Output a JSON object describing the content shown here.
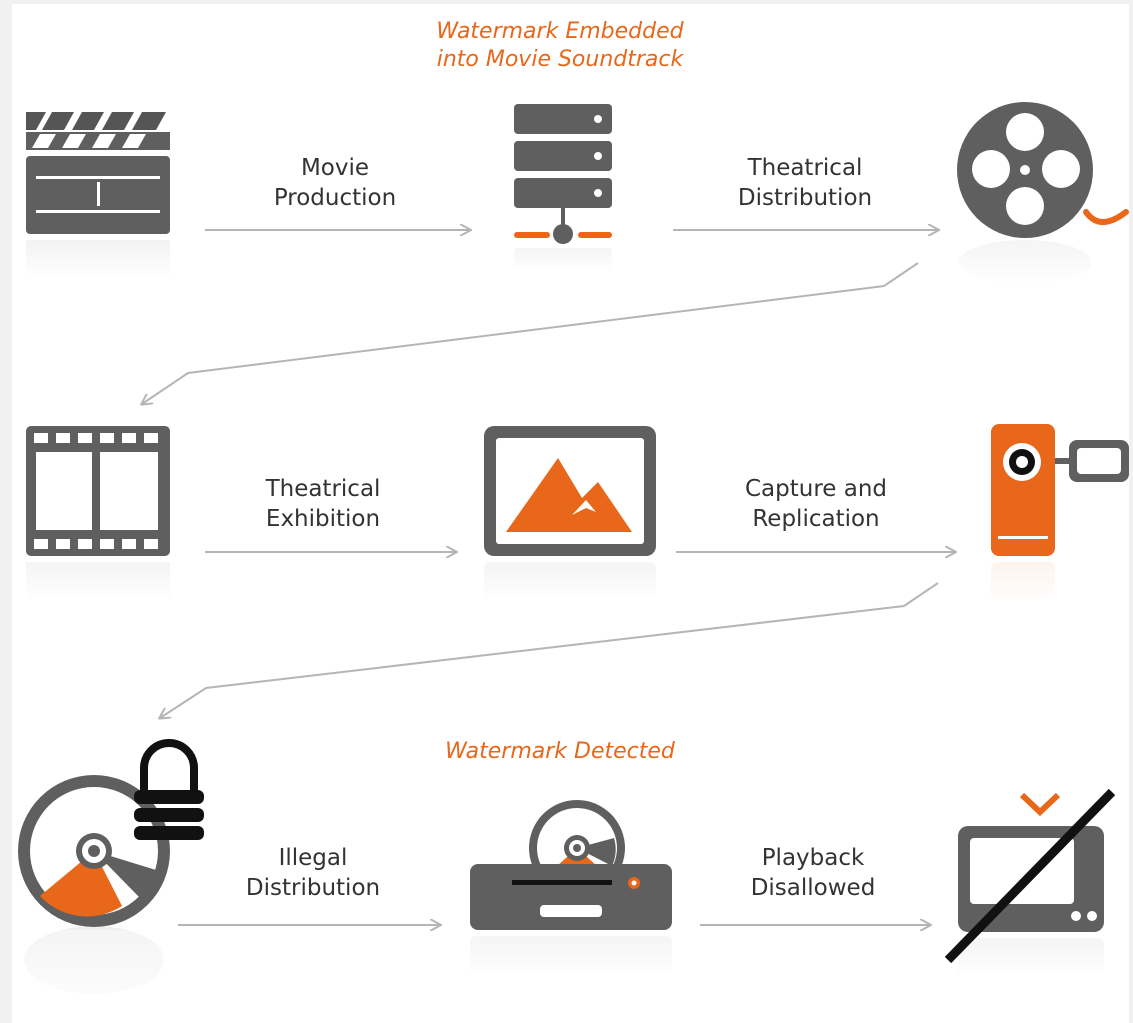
{
  "colors": {
    "icon_gray": "#5f5f5f",
    "accent_orange": "#e8671a",
    "arrow_gray": "#b5b5b5",
    "text_dark": "#333333"
  },
  "notes": {
    "embedded": "Watermark Embedded\ninto Movie Soundtrack",
    "detected": "Watermark Detected"
  },
  "steps": [
    {
      "label": "Movie\nProduction",
      "from_icon": "clapperboard-icon",
      "to_icon": "server-icon"
    },
    {
      "label": "Theatrical\nDistribution",
      "from_icon": "server-icon",
      "to_icon": "film-reel-icon"
    },
    {
      "label": "Theatrical\nExhibition",
      "from_icon": "film-strip-icon",
      "to_icon": "picture-screen-icon"
    },
    {
      "label": "Capture and\nReplication",
      "from_icon": "picture-screen-icon",
      "to_icon": "camcorder-icon"
    },
    {
      "label": "Illegal\nDistribution",
      "from_icon": "locked-disc-icon",
      "to_icon": "disc-player-icon"
    },
    {
      "label": "Playback\nDisallowed",
      "from_icon": "disc-player-icon",
      "to_icon": "crossed-tv-icon"
    }
  ]
}
